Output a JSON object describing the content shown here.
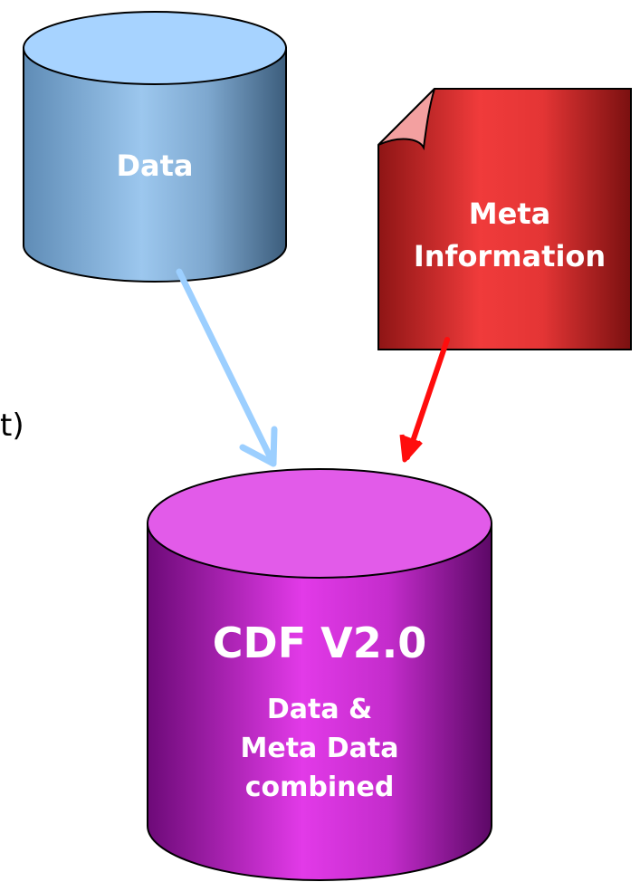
{
  "nodes": {
    "data_db": {
      "label": "Data",
      "icon": "database-icon"
    },
    "meta_doc": {
      "line1": "Meta",
      "line2": "Information",
      "icon": "document-icon"
    },
    "cdf_db": {
      "title": "CDF V2.0",
      "line1": "Data &",
      "line2": "Meta Data",
      "line3": "combined",
      "icon": "database-icon"
    }
  },
  "fragments": {
    "left_edge": "t)"
  },
  "colors": {
    "data_body": "#6f9dc8",
    "data_top": "#a7d3ff",
    "meta_body": "#d23333",
    "cdf_body": "#bf33c9",
    "cdf_top": "#e25be9",
    "arrow_blue": "#9ccfff",
    "arrow_red": "#ff0d0d"
  }
}
